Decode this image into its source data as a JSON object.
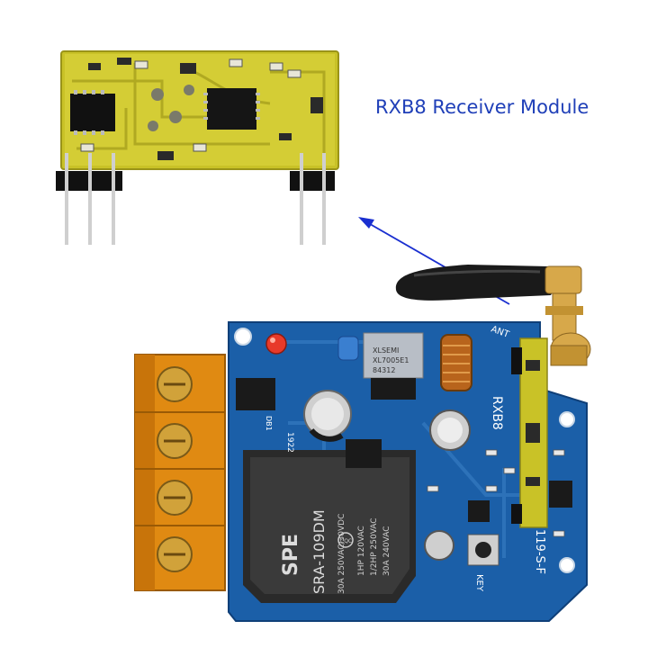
{
  "caption": "RXB8 Receiver Module",
  "board_labels": {
    "rxb8": "RXB8",
    "ant": "ANT",
    "key": "KEY",
    "brand": "SPE",
    "relay_model": "SRA-109DM",
    "relay_rating_1": "30A 250VAC/30VDC",
    "relay_rating_2": "1HP 120VAC",
    "relay_rating_3": "1/2HP 250VAC",
    "relay_rating_4": "30A 240VAC",
    "relay_cqc": "CQC",
    "model_code": "119-S-F",
    "year": "1922",
    "chip_line1": "XLSEMI",
    "chip_line2": "XL7005E1",
    "chip_line3": "84312",
    "db": "DB1"
  },
  "colors": {
    "caption": "#1f3fb8",
    "arrow": "#1a2fd0",
    "module_pcb": "#c9c227",
    "main_pcb": "#1b5fa8",
    "terminal": "#e08a12",
    "relay": "#2a2a2a",
    "antenna": "#1a1a1a",
    "sma_gold": "#d7a84a"
  },
  "icons": [
    "arrow-icon",
    "antenna-icon",
    "led-icon",
    "relay-icon",
    "terminal-screw-icon"
  ]
}
